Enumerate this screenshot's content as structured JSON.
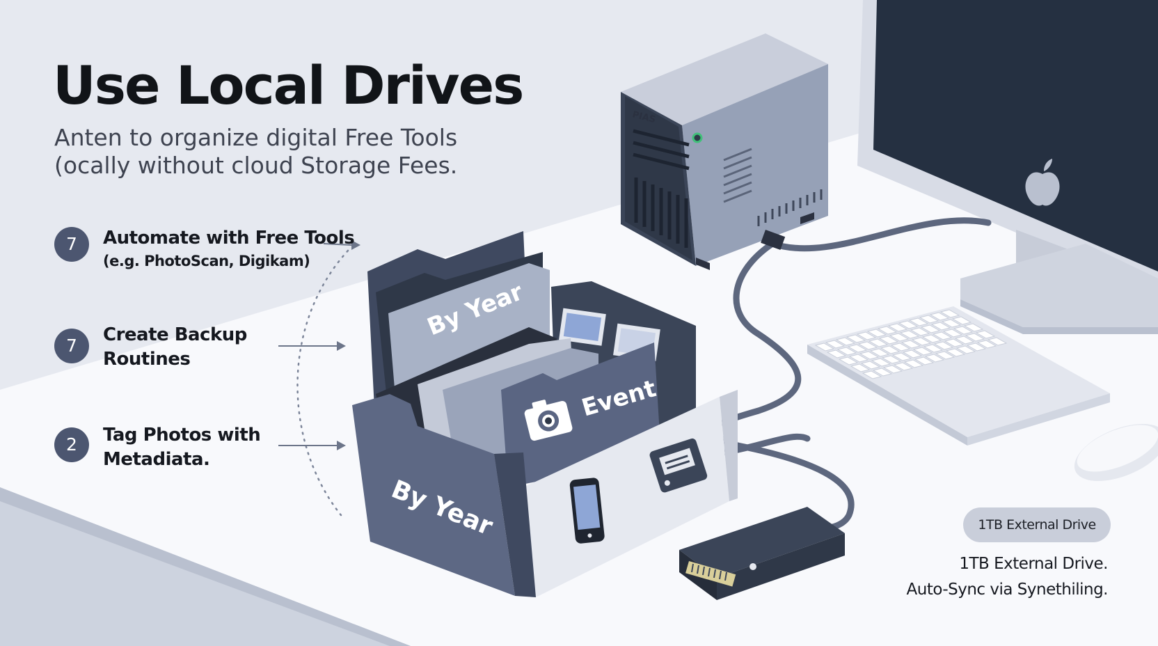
{
  "header": {
    "title": "Use Local Drives",
    "subtitle": "Anten to organize digital Free Tools (ocally without cloud Storage Fees."
  },
  "steps": [
    {
      "number": "7",
      "title": "Automate with Free Tools",
      "subtitle": "(e.g. PhotoScan, Digikam)"
    },
    {
      "number": "7",
      "title_line1": "Create Backup",
      "title_line2": "Routines"
    },
    {
      "number": "2",
      "title_line1": "Tag Photos with",
      "title_line2": "Metadiata."
    }
  ],
  "folders": {
    "back_tab": "By Year",
    "middle_tab": "Event",
    "front_label": "By Year"
  },
  "nas": {
    "label": "PIAS"
  },
  "drive": {
    "badge": "1TB External Drive",
    "caption_line1": "1TB External Drive.",
    "caption_line2": "Auto-Sync via Synethiling."
  },
  "colors": {
    "background": "#eef0f5",
    "desk": "#f7f8fb",
    "slate": "#4c5670",
    "dark": "#2b3140",
    "folder_light": "#a8b2c6",
    "monitor_screen": "#253041"
  },
  "icons": [
    "camera-icon",
    "phone-icon",
    "card-reader-icon",
    "apple-logo-icon",
    "arrow-right-icon",
    "power-led-icon"
  ]
}
